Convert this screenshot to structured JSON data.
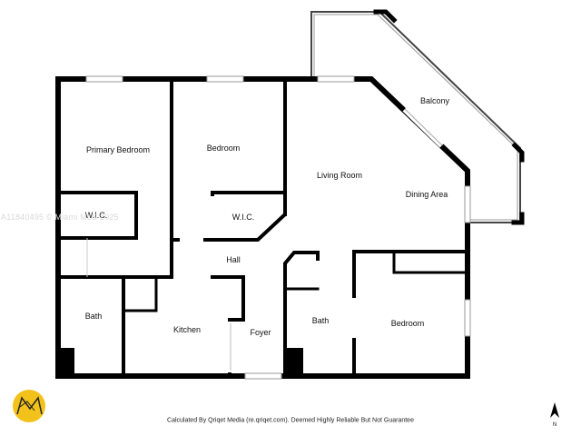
{
  "rooms": {
    "primary_bedroom": "Primary Bedroom",
    "bedroom_1": "Bedroom",
    "wic_1": "W.I.C.",
    "wic_2": "W.I.C.",
    "living_room": "Living Room",
    "dining_area": "Dining Area",
    "balcony": "Balcony",
    "hall": "Hall",
    "bath_1": "Bath",
    "kitchen": "Kitchen",
    "foyer": "Foyer",
    "bath_2": "Bath",
    "bedroom_2": "Bedroom"
  },
  "footer": "Calculated By Qriqet Media (re.qriqet.com). Deemed Highly Reliable But Not Guarantee",
  "watermark": "A11840495 © Miami MLS 2025",
  "compass": {
    "label": "N"
  },
  "colors": {
    "wall": "#000000",
    "logo": "#f2c21b",
    "window": "#9a9a9a"
  }
}
